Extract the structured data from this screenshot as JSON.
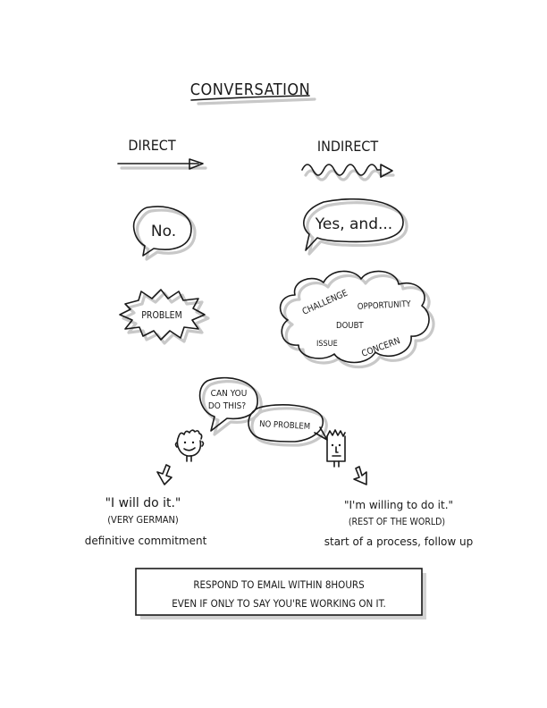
{
  "title": "CONVERSATION",
  "direct": {
    "label": "DIRECT",
    "bubble": "No.",
    "burst": "PROBLEM"
  },
  "indirect": {
    "label": "INDIRECT",
    "bubble": "Yes, and...",
    "cloud_words": [
      "CHALLENGE",
      "OPPORTUNITY",
      "DOUBT",
      "ISSUE",
      "CONCERN"
    ]
  },
  "dialog": {
    "question": [
      "CAN YOU",
      "DO THIS?"
    ],
    "answer": "NO PROBLEM"
  },
  "german": {
    "quote": "\"I will do it.\"",
    "who": "(VERY GERMAN)",
    "meaning": "definitive commitment"
  },
  "world": {
    "quote": "\"I'm willing to do it.\"",
    "who": "(REST OF THE WORLD)",
    "meaning": "start of a process, follow up"
  },
  "rule": {
    "line1": "RESPOND TO EMAIL WITHIN 8HOURS",
    "line2": "EVEN IF ONLY TO SAY YOU'RE WORKING ON IT."
  }
}
